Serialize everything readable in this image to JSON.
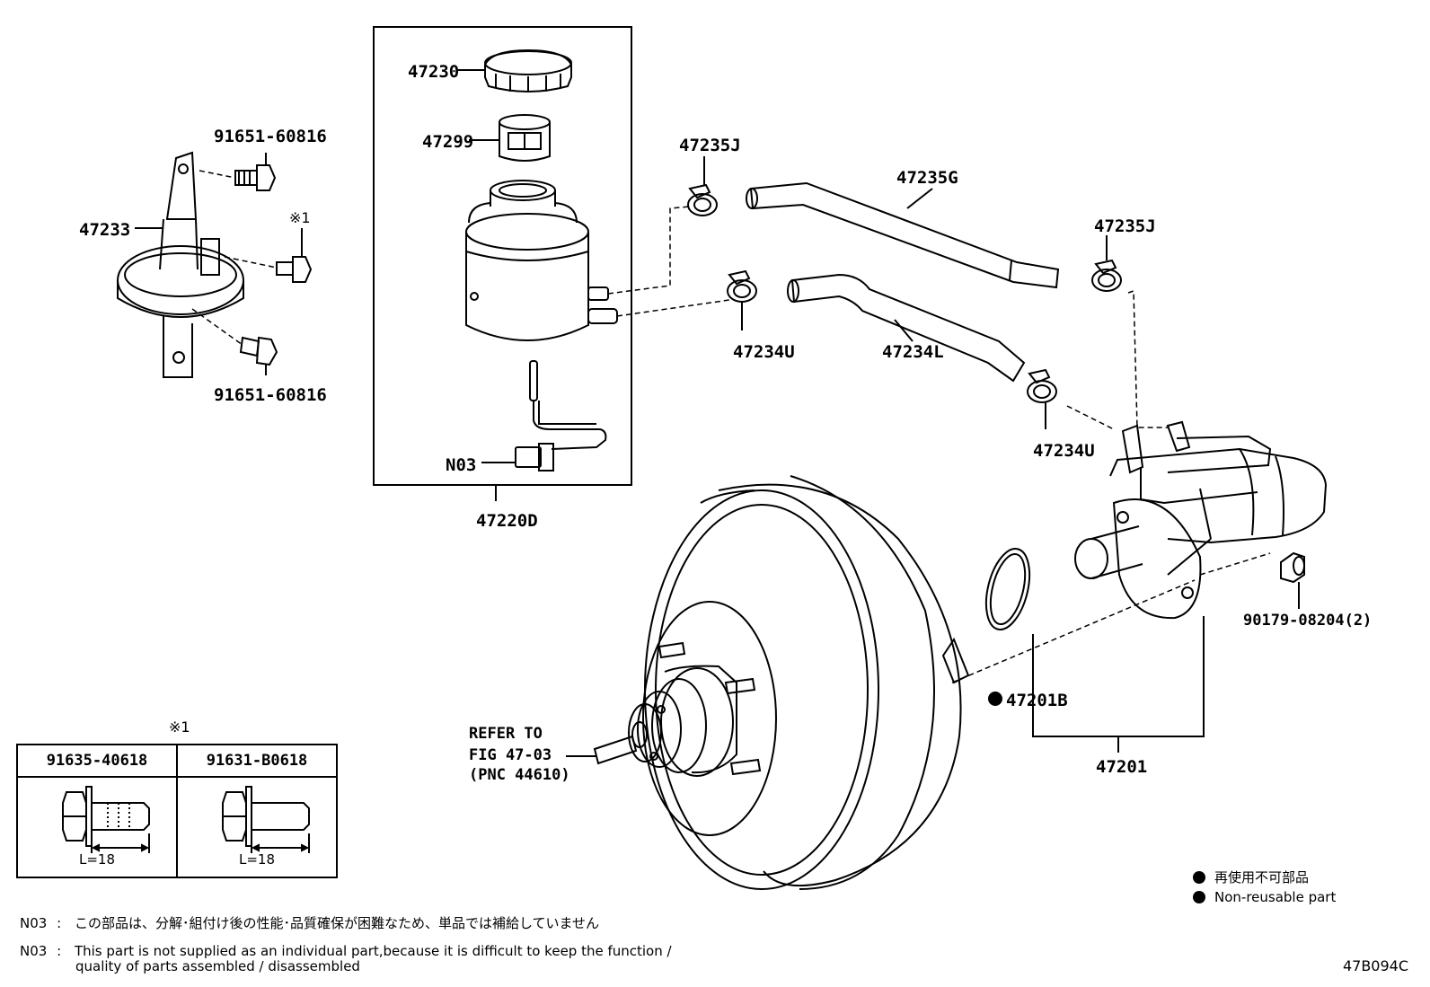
{
  "callouts": {
    "p47230": "47230",
    "p47299": "47299",
    "p47220D": "47220D",
    "n03": "N03",
    "p91651_top": "91651-60816",
    "p91651_bottom": "91651-60816",
    "p47233": "47233",
    "mark1": "※1",
    "p47235J_left": "47235J",
    "p47235G": "47235G",
    "p47235J_right": "47235J",
    "p47234U_top": "47234U",
    "p47234L": "47234L",
    "p47234U_bottom": "47234U",
    "p90179": "90179-08204(2)",
    "p47201B": "47201B",
    "p47201": "47201",
    "refer_line1": "REFER TO",
    "refer_line2": "FIG 47-03",
    "refer_line3": "(PNC 44610)"
  },
  "bolt_table": {
    "mark": "※1",
    "columns": [
      {
        "part_no": "91635-40618",
        "length": "L=18"
      },
      {
        "part_no": "91631-B0618",
        "length": "L=18"
      }
    ]
  },
  "legend": {
    "jp": "再使用不可部品",
    "en": "Non-reusable part"
  },
  "notes": {
    "jp_code": "N03",
    "jp_sep": ":",
    "jp_text": "この部品は、分解･組付け後の性能･品質確保が困難なため、単品では補給していません",
    "en_code": "N03",
    "en_sep": ":",
    "en_line1": "This part is not supplied as an individual part,because it is difficult to keep the function /",
    "en_line2": "quality of parts assembled / disassembled"
  },
  "drawing_code": "47B094C"
}
